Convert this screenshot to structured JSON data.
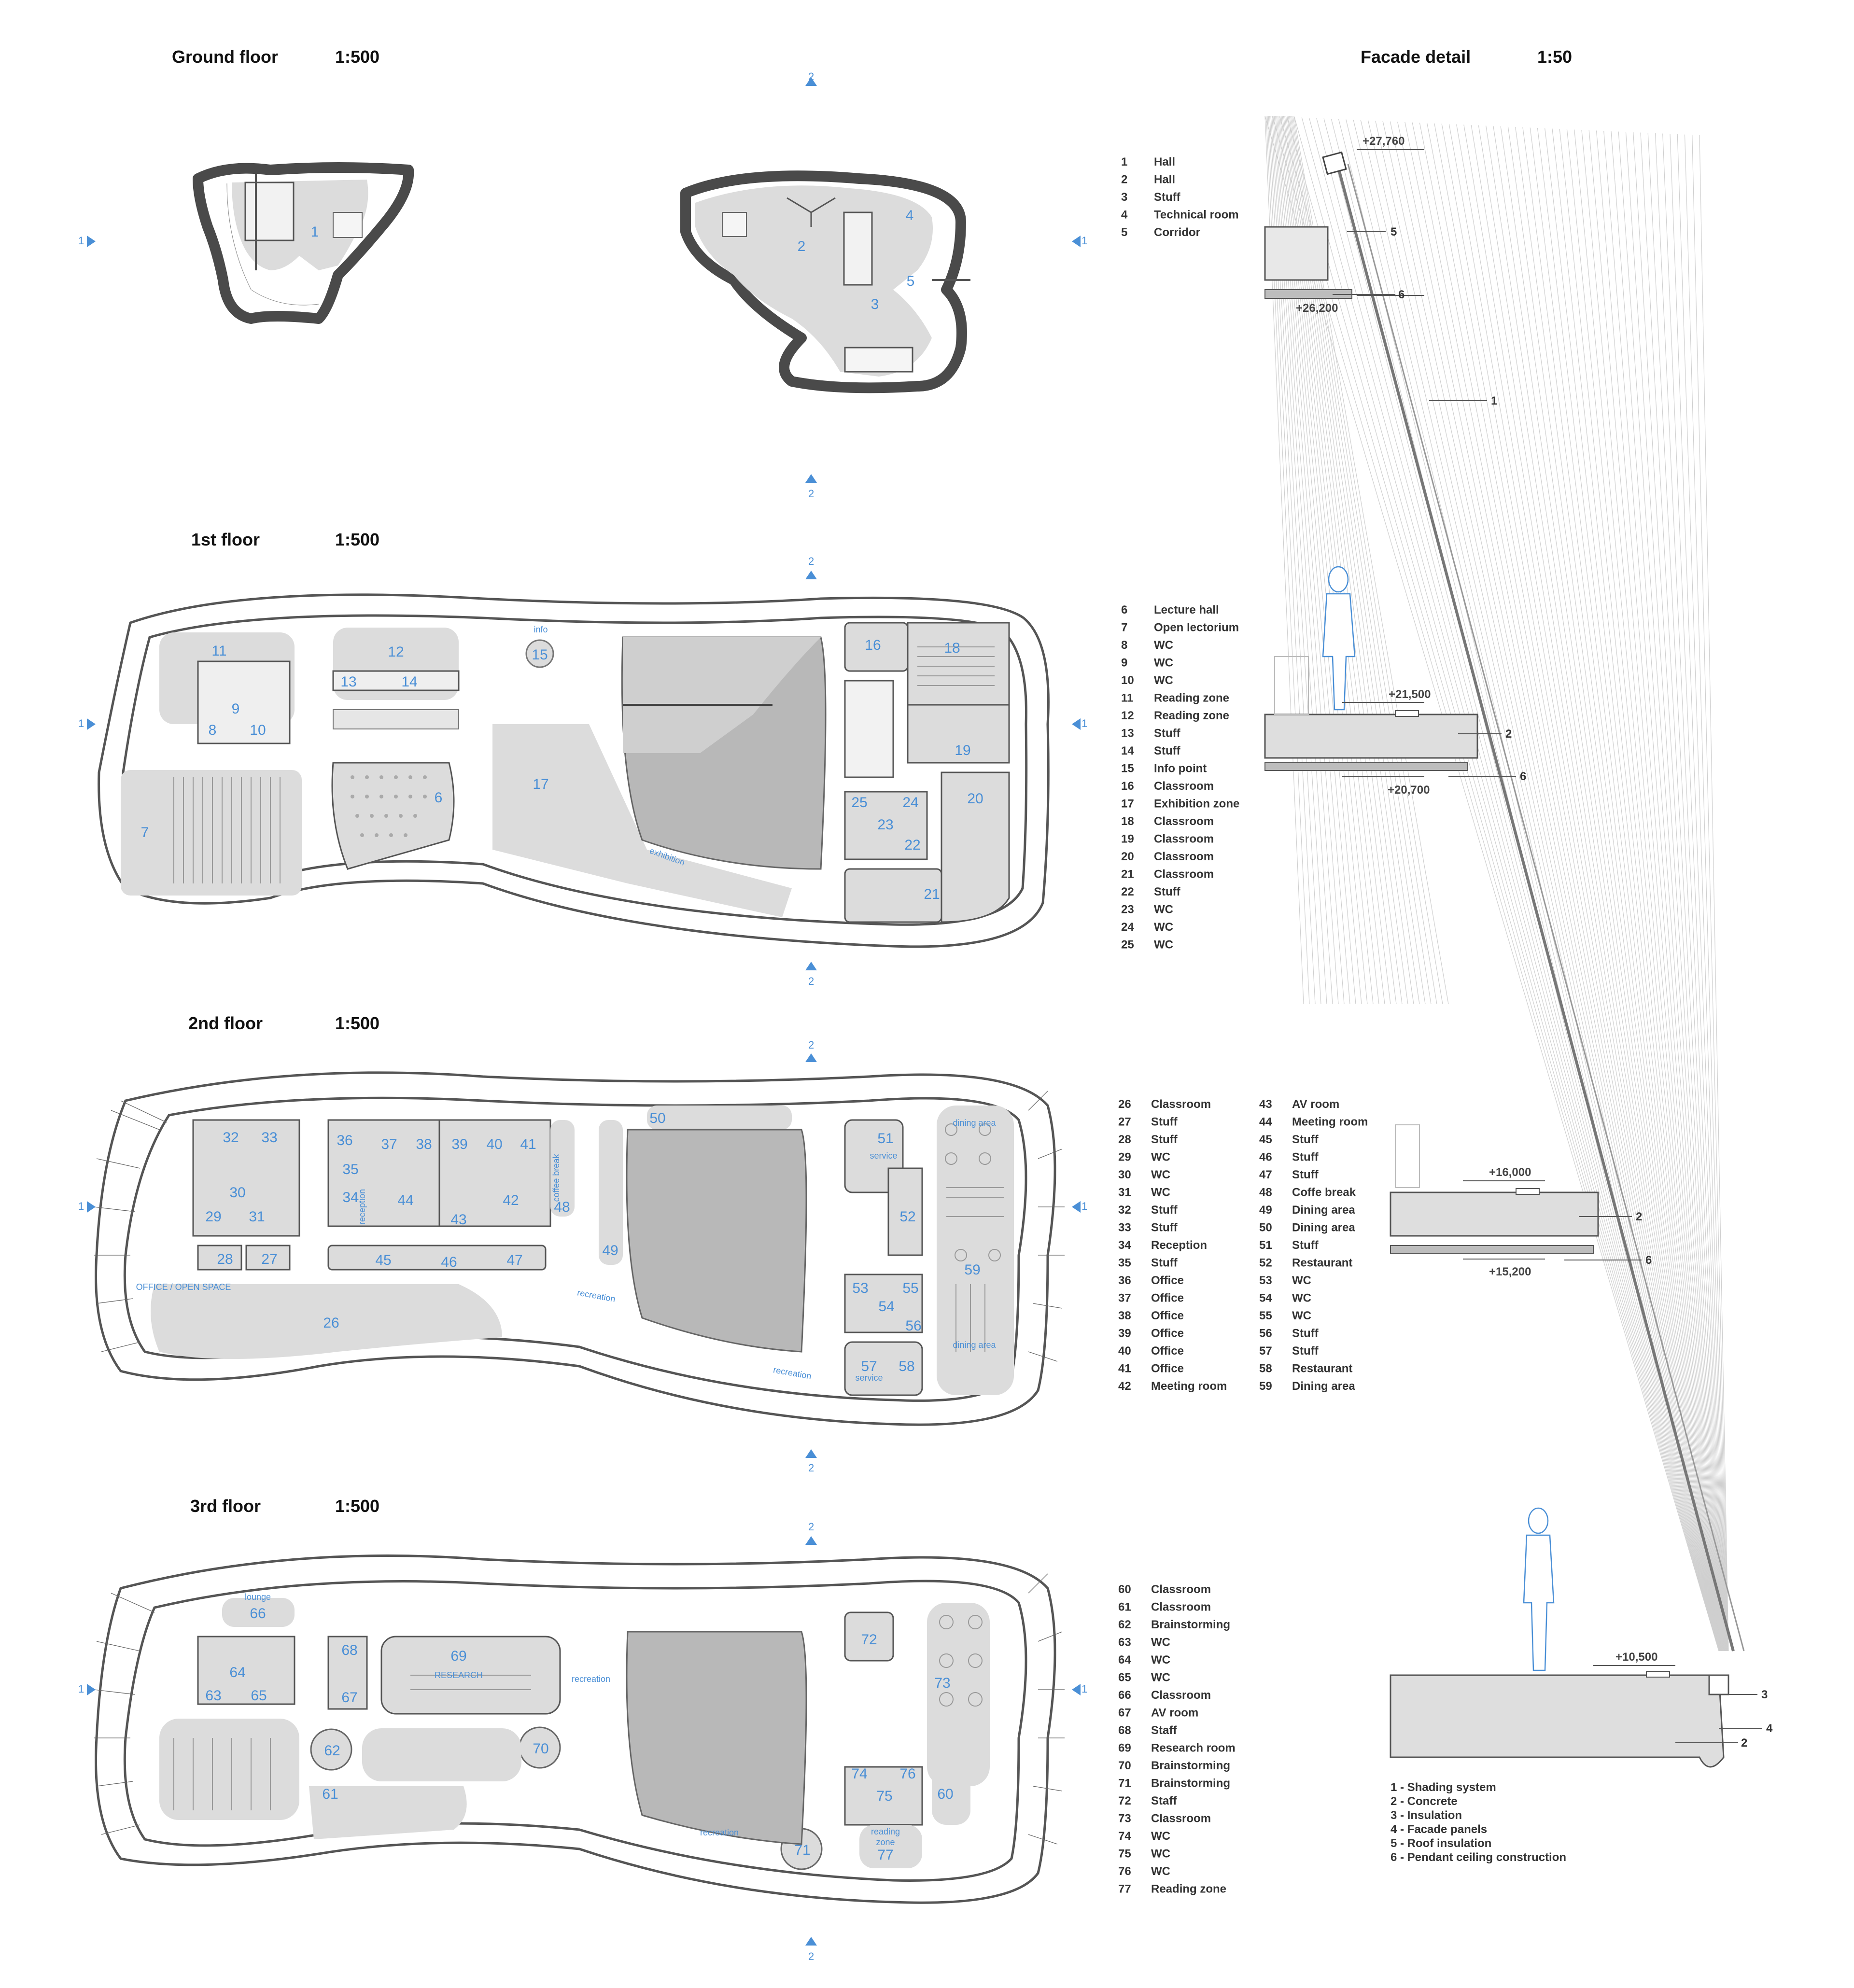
{
  "titles": {
    "ground": {
      "name": "Ground floor",
      "scale": "1:500"
    },
    "first": {
      "name": "1st floor",
      "scale": "1:500"
    },
    "second": {
      "name": "2nd floor",
      "scale": "1:500"
    },
    "third": {
      "name": "3rd floor",
      "scale": "1:500"
    },
    "facade": {
      "name": "Facade detail",
      "scale": "1:50"
    }
  },
  "section_marks": {
    "one": "1",
    "two": "2"
  },
  "plan_labels": {
    "info": "info",
    "exhibition": "exhibition",
    "office": "OFFICE / OPEN SPACE",
    "reception": "reception",
    "coffee": "coffee break",
    "recreation": "recreation",
    "dining": "dining area",
    "service": "service",
    "lounge": "lounge",
    "research": "RESEARCH",
    "reading": "reading",
    "zone": "zone"
  },
  "legend_ground": [
    {
      "n": "1",
      "t": "Hall"
    },
    {
      "n": "2",
      "t": "Hall"
    },
    {
      "n": "3",
      "t": "Stuff"
    },
    {
      "n": "4",
      "t": "Technical room"
    },
    {
      "n": "5",
      "t": "Corridor"
    }
  ],
  "legend_first": [
    {
      "n": "6",
      "t": "Lecture hall"
    },
    {
      "n": "7",
      "t": "Open lectorium"
    },
    {
      "n": "8",
      "t": "WC"
    },
    {
      "n": "9",
      "t": "WC"
    },
    {
      "n": "10",
      "t": "WC"
    },
    {
      "n": "11",
      "t": "Reading zone"
    },
    {
      "n": "12",
      "t": "Reading zone"
    },
    {
      "n": "13",
      "t": "Stuff"
    },
    {
      "n": "14",
      "t": "Stuff"
    },
    {
      "n": "15",
      "t": "Info point"
    },
    {
      "n": "16",
      "t": "Classroom"
    },
    {
      "n": "17",
      "t": "Exhibition zone"
    },
    {
      "n": "18",
      "t": "Classroom"
    },
    {
      "n": "19",
      "t": "Classroom"
    },
    {
      "n": "20",
      "t": "Classroom"
    },
    {
      "n": "21",
      "t": "Classroom"
    },
    {
      "n": "22",
      "t": "Stuff"
    },
    {
      "n": "23",
      "t": "WC"
    },
    {
      "n": "24",
      "t": "WC"
    },
    {
      "n": "25",
      "t": "WC"
    }
  ],
  "legend_second_a": [
    {
      "n": "26",
      "t": "Classroom"
    },
    {
      "n": "27",
      "t": "Stuff"
    },
    {
      "n": "28",
      "t": "Stuff"
    },
    {
      "n": "29",
      "t": "WC"
    },
    {
      "n": "30",
      "t": "WC"
    },
    {
      "n": "31",
      "t": "WC"
    },
    {
      "n": "32",
      "t": "Stuff"
    },
    {
      "n": "33",
      "t": "Stuff"
    },
    {
      "n": "34",
      "t": "Reception"
    },
    {
      "n": "35",
      "t": "Stuff"
    },
    {
      "n": "36",
      "t": "Office"
    },
    {
      "n": "37",
      "t": "Office"
    },
    {
      "n": "38",
      "t": "Office"
    },
    {
      "n": "39",
      "t": "Office"
    },
    {
      "n": "40",
      "t": "Office"
    },
    {
      "n": "41",
      "t": "Office"
    },
    {
      "n": "42",
      "t": "Meeting room"
    }
  ],
  "legend_second_b": [
    {
      "n": "43",
      "t": "AV room"
    },
    {
      "n": "44",
      "t": "Meeting room"
    },
    {
      "n": "45",
      "t": "Stuff"
    },
    {
      "n": "46",
      "t": "Stuff"
    },
    {
      "n": "47",
      "t": "Stuff"
    },
    {
      "n": "48",
      "t": "Coffe break"
    },
    {
      "n": "49",
      "t": "Dining area"
    },
    {
      "n": "50",
      "t": "Dining area"
    },
    {
      "n": "51",
      "t": "Stuff"
    },
    {
      "n": "52",
      "t": "Restaurant"
    },
    {
      "n": "53",
      "t": "WC"
    },
    {
      "n": "54",
      "t": "WC"
    },
    {
      "n": "55",
      "t": "WC"
    },
    {
      "n": "56",
      "t": "Stuff"
    },
    {
      "n": "57",
      "t": "Stuff"
    },
    {
      "n": "58",
      "t": "Restaurant"
    },
    {
      "n": "59",
      "t": "Dining area"
    }
  ],
  "legend_third": [
    {
      "n": "60",
      "t": "Classroom"
    },
    {
      "n": "61",
      "t": "Classroom"
    },
    {
      "n": "62",
      "t": "Brainstorming"
    },
    {
      "n": "63",
      "t": "WC"
    },
    {
      "n": "64",
      "t": "WC"
    },
    {
      "n": "65",
      "t": "WC"
    },
    {
      "n": "66",
      "t": "Classroom"
    },
    {
      "n": "67",
      "t": "AV room"
    },
    {
      "n": "68",
      "t": "Staff"
    },
    {
      "n": "69",
      "t": "Research room"
    },
    {
      "n": "70",
      "t": "Brainstorming"
    },
    {
      "n": "71",
      "t": "Brainstorming"
    },
    {
      "n": "72",
      "t": "Staff"
    },
    {
      "n": "73",
      "t": "Classroom"
    },
    {
      "n": "74",
      "t": "WC"
    },
    {
      "n": "75",
      "t": "WC"
    },
    {
      "n": "76",
      "t": "WC"
    },
    {
      "n": "77",
      "t": "Reading zone"
    }
  ],
  "facade_levels": {
    "l1": "+27,760",
    "l2": "+26,200",
    "l3": "+21,500",
    "l4": "+20,700",
    "l5": "+16,000",
    "l6": "+15,200",
    "l7": "+10,500"
  },
  "facade_marks": {
    "m1": "1",
    "m2": "2",
    "m3": "3",
    "m4": "4",
    "m5": "5",
    "m6": "6"
  },
  "materials": [
    "1 - Shading system",
    "2 - Concrete",
    "3 - Insulation",
    "4 - Facade panels",
    "5 - Roof insulation",
    "6 - Pendant ceiling construction"
  ],
  "room_numbers": {
    "r1": "1",
    "r2": "2",
    "r3": "3",
    "r4": "4",
    "r5": "5",
    "r6": "6",
    "r7": "7",
    "r8": "8",
    "r9": "9",
    "r10": "10",
    "r11": "11",
    "r12": "12",
    "r13": "13",
    "r14": "14",
    "r15": "15",
    "r16": "16",
    "r17": "17",
    "r18": "18",
    "r19": "19",
    "r20": "20",
    "r21": "21",
    "r22": "22",
    "r23": "23",
    "r24": "24",
    "r25": "25",
    "r26": "26",
    "r27": "27",
    "r28": "28",
    "r29": "29",
    "r30": "30",
    "r31": "31",
    "r32": "32",
    "r33": "33",
    "r34": "34",
    "r35": "35",
    "r36": "36",
    "r37": "37",
    "r38": "38",
    "r39": "39",
    "r40": "40",
    "r41": "41",
    "r42": "42",
    "r43": "43",
    "r44": "44",
    "r45": "45",
    "r46": "46",
    "r47": "47",
    "r48": "48",
    "r49": "49",
    "r50": "50",
    "r51": "51",
    "r52": "52",
    "r53": "53",
    "r54": "54",
    "r55": "55",
    "r56": "56",
    "r57": "57",
    "r58": "58",
    "r59": "59",
    "r60": "60",
    "r61": "61",
    "r62": "62",
    "r63": "63",
    "r64": "64",
    "r65": "65",
    "r66": "66",
    "r67": "67",
    "r68": "68",
    "r69": "69",
    "r70": "70",
    "r71": "71",
    "r72": "72",
    "r73": "73",
    "r74": "74",
    "r75": "75",
    "r76": "76",
    "r77": "77"
  }
}
